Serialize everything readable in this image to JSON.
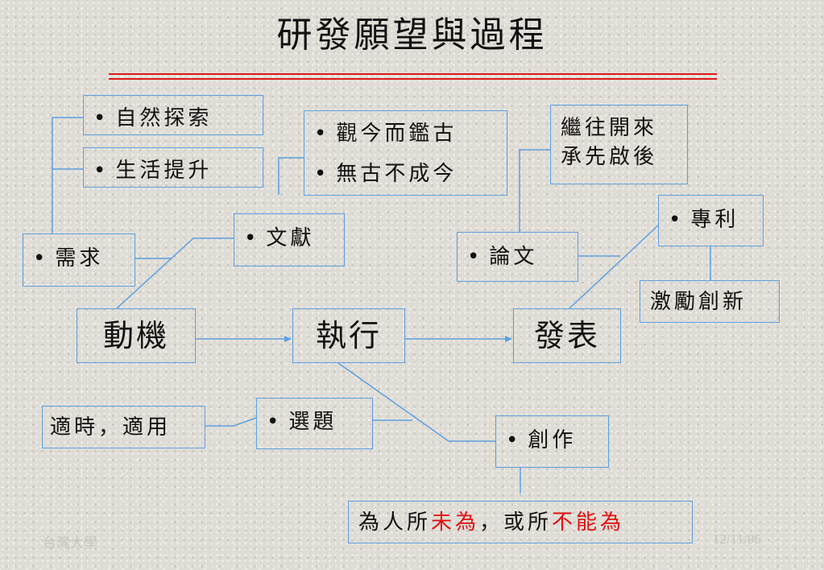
{
  "title": "研發願望與過程",
  "boxes": {
    "ziran": "自然探索",
    "shenghuo": "生活提升",
    "guanjin": "觀今而鑑古",
    "wugu": "無古不成今",
    "jiwang1": "繼往開來",
    "jiwang2": "承先啟後",
    "wenxian": "文獻",
    "zhuanli": "專利",
    "xuqiu": "需求",
    "lunwen": "論文",
    "jili": "激勵創新",
    "dongji": "動機",
    "zhixing": "執行",
    "fabiao": "發表",
    "shishi": "適時，適用",
    "xuanti": "選題",
    "chuangzuo": "創作"
  },
  "bottom_phrase": {
    "part1": "為人所",
    "part2": "未為",
    "part3": "，或所",
    "part4": "不能為"
  },
  "footer": {
    "org": "台灣大學",
    "date": "12/11/06"
  },
  "colors": {
    "border": "#5e9fe0",
    "rule": "#e01818",
    "emphasis": "#e01010"
  }
}
